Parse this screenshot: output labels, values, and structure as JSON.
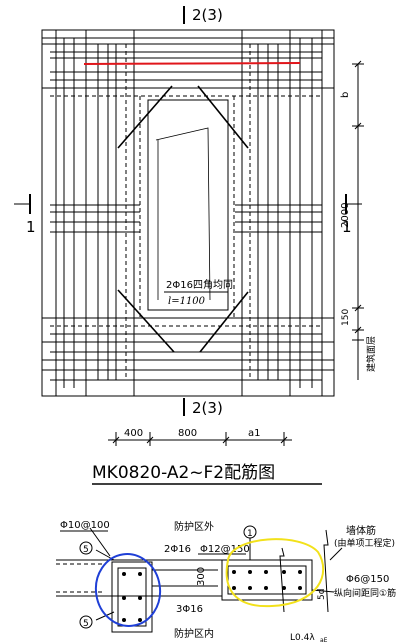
{
  "drawing": {
    "section_top_label": "2(3)",
    "section_bottom_label": "2(3)",
    "section_left_label": "1",
    "section_right_label": "1",
    "dim_b": "b",
    "dim_2000": "2000",
    "dim_150": "150",
    "floor_level": "建筑面层",
    "corner_note_line1": "2Φ16四角均同",
    "corner_note_line2": "l=1100",
    "bottom_dims": [
      "400",
      "800",
      "a1"
    ],
    "title": "MK0820-A2~F2配筋图"
  },
  "details": {
    "left_callout": "Φ10@100",
    "circle_5_a": "5",
    "circle_5_b": "5",
    "outside_label": "防护区外",
    "inside_label": "防护区内",
    "bar_2phi16": "2Φ16",
    "stirrup_phi12": "Φ12@150",
    "dim_300": "300",
    "bar_3phi16": "3Φ16",
    "circle_1": "1",
    "wall_bar_title": "墙体筋",
    "wall_bar_note": "(由单项工程定)",
    "phi6_label": "Φ6@150",
    "vertical_spacing_note": "纵向间距同①筋",
    "dim_5d": "5d",
    "bottom_partial": "L0.4λ",
    "sub_e": "aE"
  },
  "colors": {
    "line": "#000000",
    "red_bar": "#e0161b",
    "blue_mark": "#1f3fd6",
    "yellow_mark": "#f2e11a"
  }
}
